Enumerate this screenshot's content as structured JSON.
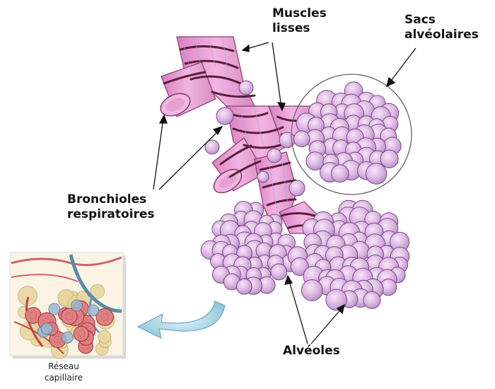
{
  "labels": {
    "muscles": [
      "Muscles",
      "lisses"
    ],
    "sacs": [
      "Sacs",
      "alvéolaires"
    ],
    "bronchioles": [
      "Bronchioles",
      "respiratoires"
    ],
    "alveoles": "Alvéoles",
    "reseau": [
      "Réseau",
      "capillaire"
    ]
  },
  "colors": {
    "alveolus_fill": "#d8b4dc",
    "alveolus_stroke": "#7a4a86",
    "bronchiole_fill": "#e79ad0",
    "muscle_band": "#5a1c3a",
    "arrow_fill": "#a8d4e6",
    "capillary_red": "#c8404a",
    "capillary_blue": "#5a8aaa"
  }
}
